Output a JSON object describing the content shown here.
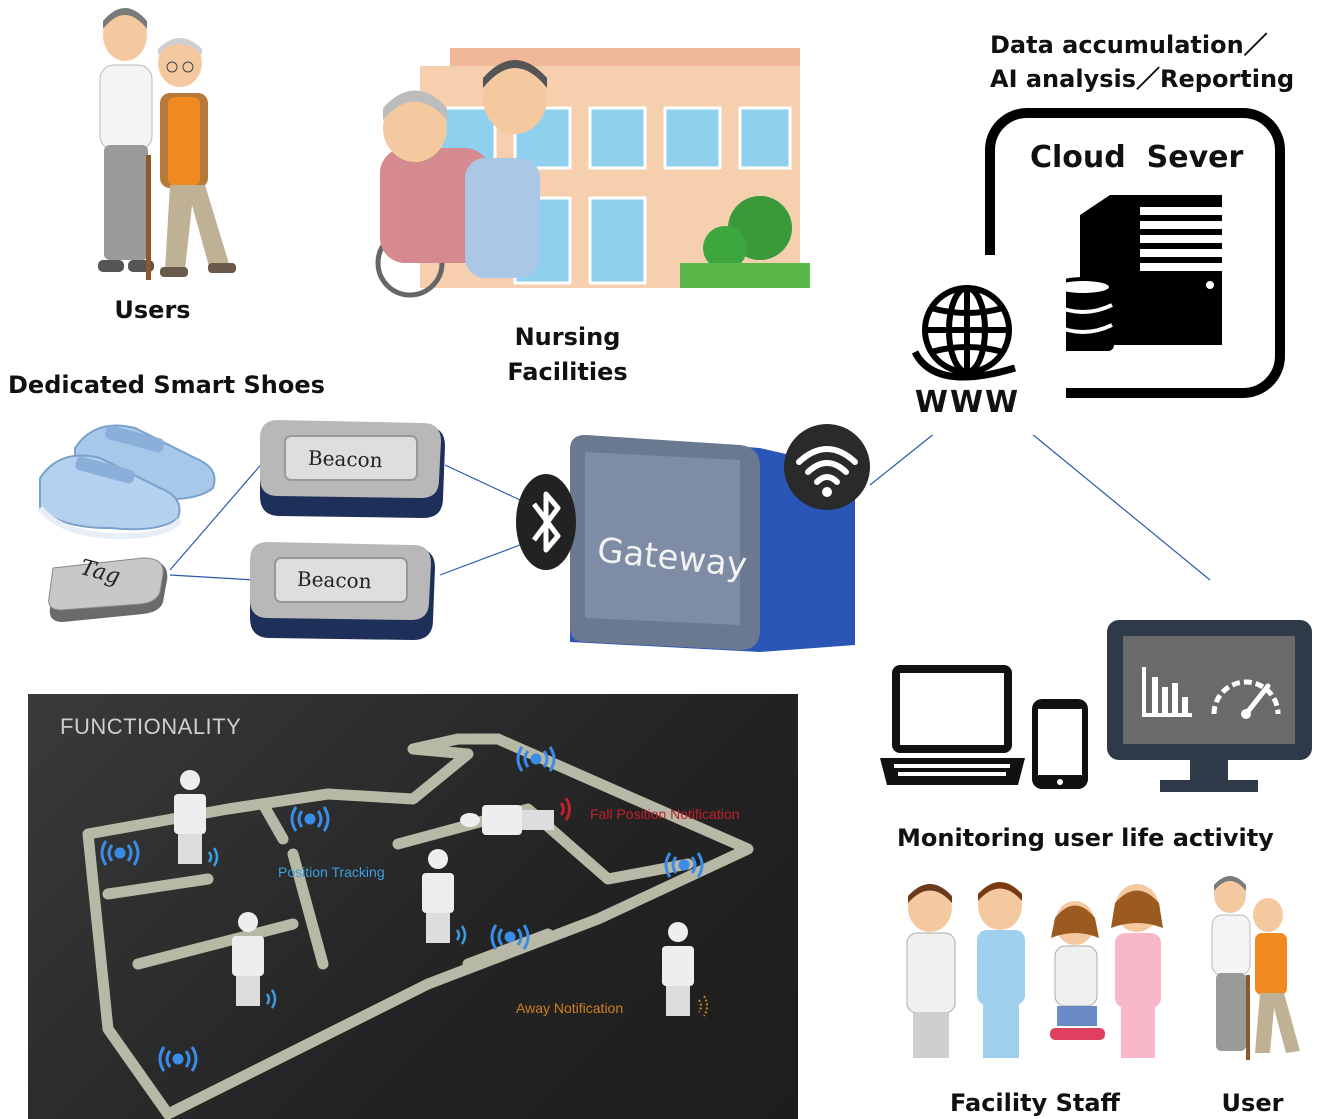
{
  "labels": {
    "users": "Users",
    "nursing_facilities_line1": "Nursing",
    "nursing_facilities_line2": "Facilities",
    "data_line1": "Data accumulation／",
    "data_line2": "AI analysis／Reporting",
    "cloud_server": "Cloud  Sever",
    "www": "WWW",
    "smart_shoes": "Dedicated Smart Shoes",
    "beacon_top": "Beacon",
    "beacon_bottom": "Beacon",
    "tag": "Tag",
    "gateway": "Gateway",
    "monitoring": "Monitoring user life activity",
    "facility_staff": "Facility Staff",
    "user": "User"
  },
  "functionality": {
    "title": "FUNCTIONALITY",
    "fall_notification": "Fall Position Notification",
    "position_tracking": "Position Tracking",
    "away_notification": "Away Notification"
  },
  "colors": {
    "line": "#2a5aa8",
    "gateway_blue": "#2a56b8",
    "beacon_navy": "#1e2f5a",
    "fall_red": "#c0202a",
    "tracking_blue": "#3aa0e0",
    "away_orange": "#d08020",
    "signal_blue": "#3a8ce8"
  },
  "icons": [
    "globe-icon",
    "server-icon",
    "database-icon",
    "wifi-icon",
    "bluetooth-icon",
    "laptop-icon",
    "smartphone-icon",
    "monitor-icon",
    "bar-chart-icon",
    "gauge-icon"
  ]
}
